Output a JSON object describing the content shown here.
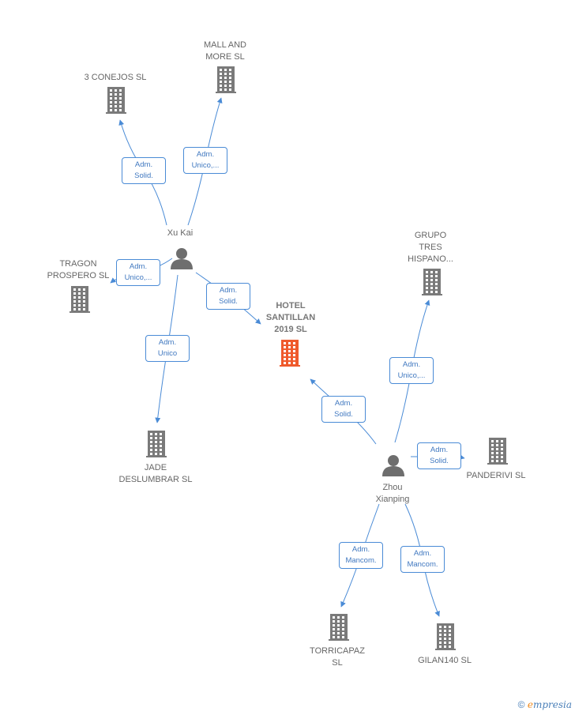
{
  "colors": {
    "edge": "#4a8bd6",
    "building": "#7a7a7a",
    "building_main": "#ef5a2c",
    "person": "#6e6e6e"
  },
  "nodes": [
    {
      "id": "xukai",
      "type": "person",
      "label": "Xu Kai"
    },
    {
      "id": "zhou",
      "type": "person",
      "label": "Zhou\nXianping"
    },
    {
      "id": "hotel",
      "type": "company_main",
      "label": "HOTEL\nSANTILLAN\n2019  SL"
    },
    {
      "id": "conejos",
      "type": "company",
      "label": "3 CONEJOS SL"
    },
    {
      "id": "mall",
      "type": "company",
      "label": "MALL AND\nMORE  SL"
    },
    {
      "id": "tragon",
      "type": "company",
      "label": "TRAGON\nPROSPERO SL"
    },
    {
      "id": "jade",
      "type": "company",
      "label": "JADE\nDESLUMBRAR SL"
    },
    {
      "id": "grupo",
      "type": "company",
      "label": "GRUPO\nTRES\nHISPANO..."
    },
    {
      "id": "panderivi",
      "type": "company",
      "label": "PANDERIVI  SL"
    },
    {
      "id": "torricapaz",
      "type": "company",
      "label": "TORRICAPAZ\nSL"
    },
    {
      "id": "gilan",
      "type": "company",
      "label": "GILAN140  SL"
    }
  ],
  "edges": [
    {
      "from": "xukai",
      "to": "conejos",
      "label": "Adm.\nSolid."
    },
    {
      "from": "xukai",
      "to": "mall",
      "label": "Adm.\nUnico,..."
    },
    {
      "from": "xukai",
      "to": "tragon",
      "label": "Adm.\nUnico,..."
    },
    {
      "from": "xukai",
      "to": "hotel",
      "label": "Adm.\nSolid."
    },
    {
      "from": "xukai",
      "to": "jade",
      "label": "Adm.\nUnico"
    },
    {
      "from": "zhou",
      "to": "hotel",
      "label": "Adm.\nSolid."
    },
    {
      "from": "zhou",
      "to": "grupo",
      "label": "Adm.\nUnico,..."
    },
    {
      "from": "zhou",
      "to": "panderivi",
      "label": "Adm.\nSolid."
    },
    {
      "from": "zhou",
      "to": "torricapaz",
      "label": "Adm.\nMancom."
    },
    {
      "from": "zhou",
      "to": "gilan",
      "label": "Adm.\nMancom."
    }
  ],
  "footer": {
    "copyright": "©",
    "brand_first": "e",
    "brand_rest": "mpresia"
  }
}
